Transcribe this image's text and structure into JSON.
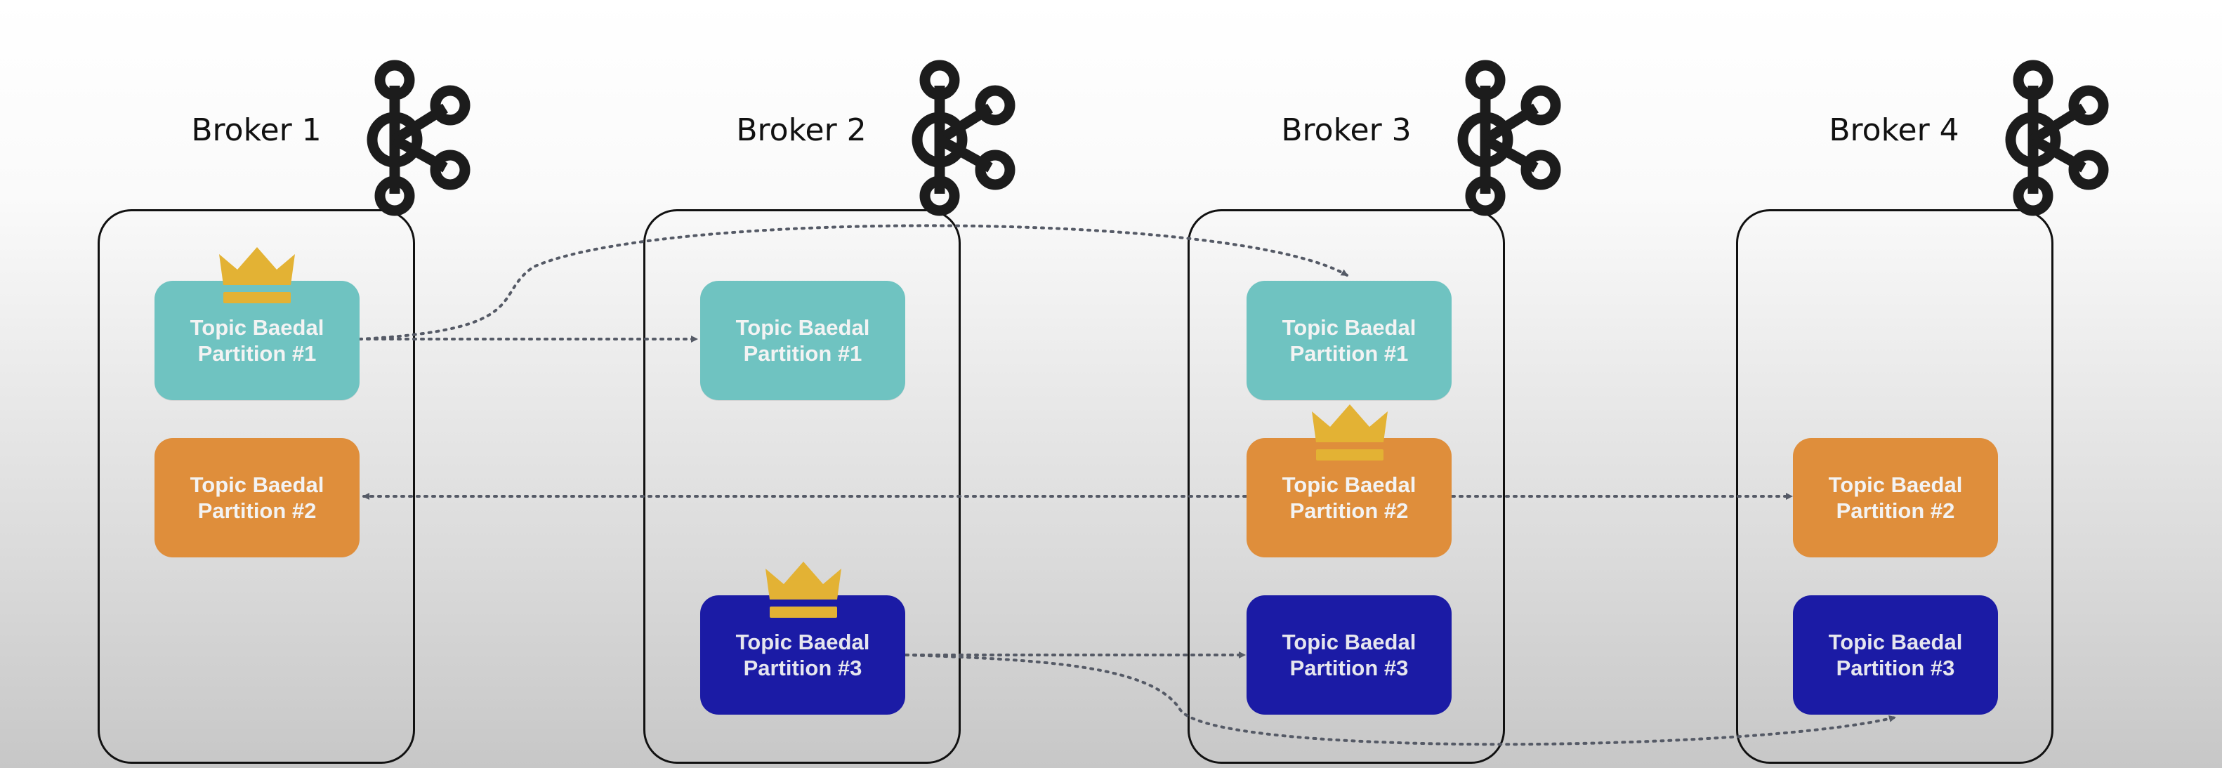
{
  "brokers": [
    {
      "title": "Broker 1"
    },
    {
      "title": "Broker 2"
    },
    {
      "title": "Broker 3"
    },
    {
      "title": "Broker 4"
    }
  ],
  "partitions": {
    "p1": {
      "line1": "Topic Baedal",
      "line2": "Partition #1"
    },
    "p2": {
      "line1": "Topic Baedal",
      "line2": "Partition #2"
    },
    "p3": {
      "line1": "Topic Baedal",
      "line2": "Partition #3"
    }
  },
  "placement": {
    "broker1": [
      "p1",
      "p2"
    ],
    "broker2": [
      "p1",
      "p3"
    ],
    "broker3": [
      "p1",
      "p2",
      "p3"
    ],
    "broker4": [
      "p2",
      "p3"
    ]
  },
  "leaders": {
    "p1": "Broker 1",
    "p2": "Broker 3",
    "p3": "Broker 2"
  },
  "colors": {
    "partition1": "#6fc3c1",
    "partition2": "#df8e3b",
    "partition3": "#1b1ba5",
    "crown": "#e3b234",
    "kafka_icon": "#1c1c1c",
    "arrow": "#555a66"
  },
  "icons": {
    "broker": "kafka-logo-icon",
    "leader": "crown-icon"
  }
}
